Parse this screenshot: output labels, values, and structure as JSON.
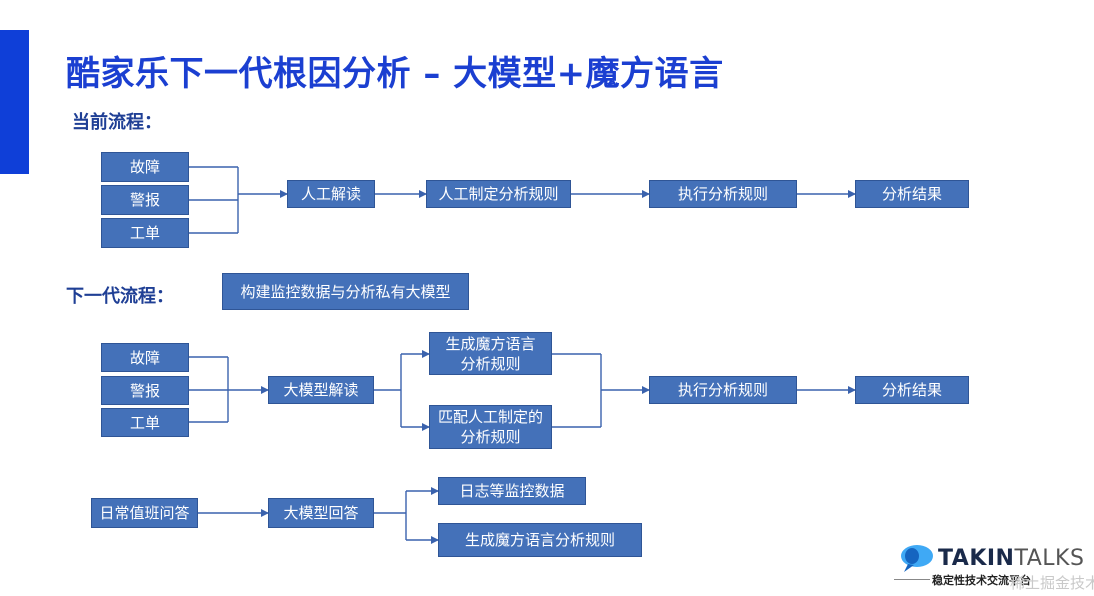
{
  "title": "酷家乐下一代根因分析 – 大模型+魔方语言",
  "current_flow": {
    "label": "当前流程：",
    "inputs": [
      "故障",
      "警报",
      "工单"
    ],
    "steps": [
      "人工解读",
      "人工制定分析规则",
      "执行分析规则",
      "分析结果"
    ]
  },
  "next_flow": {
    "label": "下一代流程：",
    "prerequisite": "构建监控数据与分析私有大模型",
    "inputs": [
      "故障",
      "警报",
      "工单"
    ],
    "interpret": "大模型解读",
    "branch_a": [
      "生成魔方语言",
      "分析规则"
    ],
    "branch_b": [
      "匹配人工制定的",
      "分析规则"
    ],
    "execute": "执行分析规则",
    "result": "分析结果"
  },
  "qa_flow": {
    "start": "日常值班问答",
    "answer": "大模型回答",
    "outputs": [
      "日志等监控数据",
      "生成魔方语言分析规则"
    ]
  },
  "logo": {
    "brand_bold": "TAKIN",
    "brand_light": "TALKS",
    "subtitle": "稳定性技术交流平台",
    "watermark": "稀土掘金技术社区"
  },
  "colors": {
    "accent": "#0f3fd8",
    "title": "#1b3fd1",
    "box_fill": "#4471b9",
    "box_border": "#2f5596",
    "connector": "#3a62ad"
  }
}
